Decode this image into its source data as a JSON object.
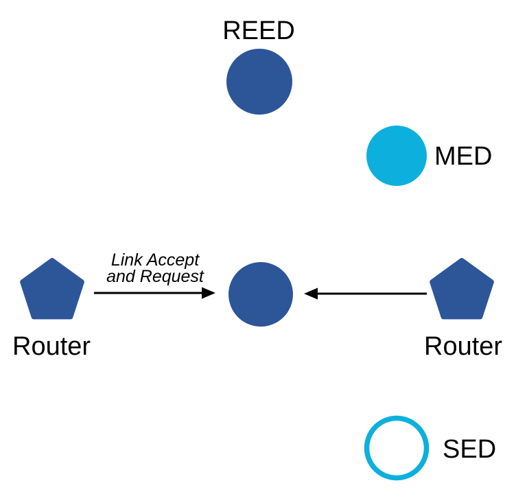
{
  "colors": {
    "node_blue": "#2d5699",
    "node_cyan": "#0db0dc",
    "edge_black": "#000000",
    "background": "#ffffff"
  },
  "nodes": {
    "reed": {
      "label": "REED",
      "shape": "filled-circle",
      "color_role": "blue"
    },
    "med": {
      "label": "MED",
      "shape": "filled-circle",
      "color_role": "cyan"
    },
    "router_left": {
      "label": "Router",
      "shape": "pentagon",
      "color_role": "blue"
    },
    "central": {
      "shape": "filled-circle",
      "color_role": "blue"
    },
    "router_right": {
      "label": "Router",
      "shape": "pentagon",
      "color_role": "blue"
    },
    "sed": {
      "label": "SED",
      "shape": "outlined-circle",
      "color_role": "cyan"
    }
  },
  "edges": {
    "router_left_to_central": {
      "label_line1": "Link Accept",
      "label_line2": "and Request",
      "direction": "right"
    },
    "router_right_to_central": {
      "direction": "left"
    }
  }
}
